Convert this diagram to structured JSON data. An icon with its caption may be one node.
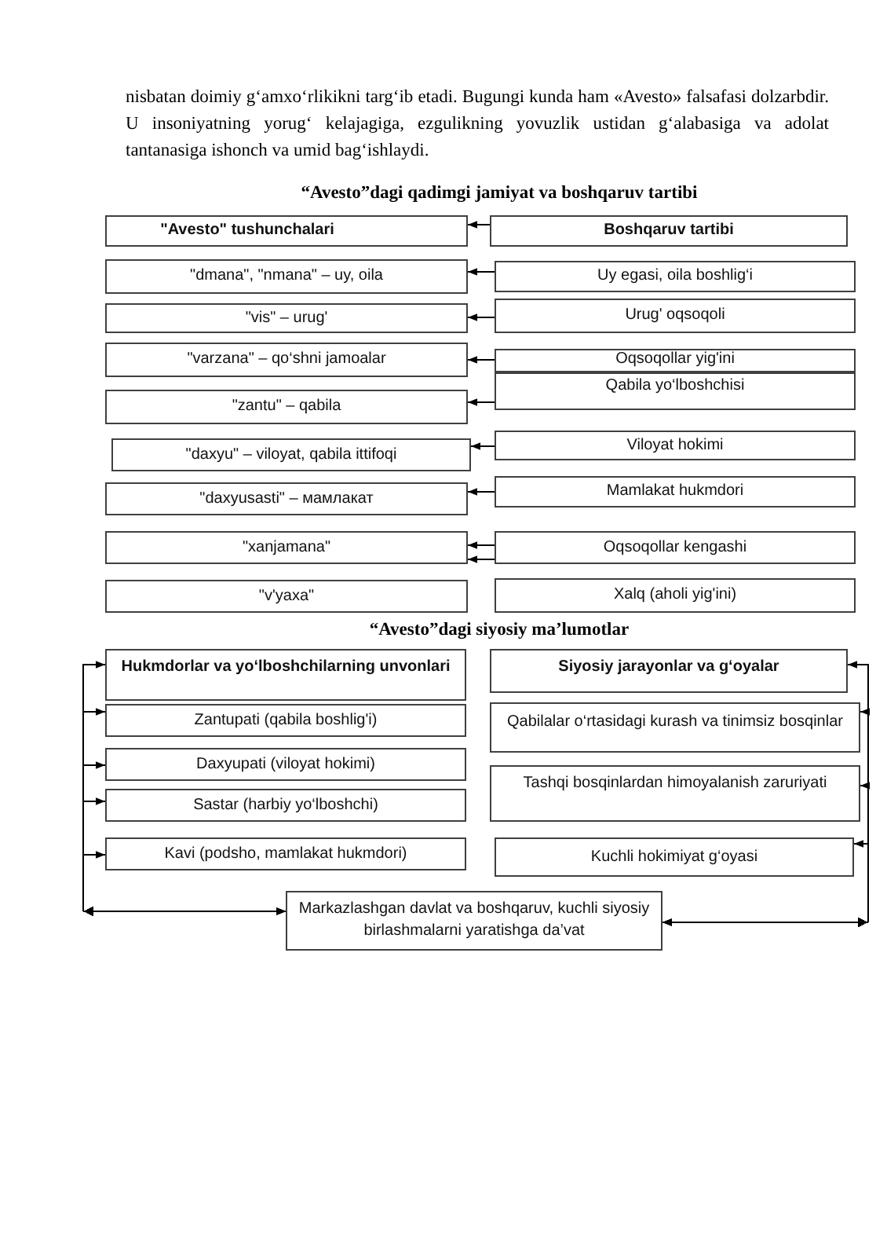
{
  "diagram": {
    "nodes": [
      {
        "text": [
          "\"Avesto\" tushunchalari"
        ]
      },
      {
        "text": [
          "Boshqaruv tartibi"
        ]
      },
      {
        "text": [
          "\"dmana\", \"nmana\" – uy, oila"
        ]
      },
      {
        "text": [
          "Uy egasi, oila boshlig‘i"
        ]
      },
      {
        "text": [
          "\"vis\" – urug'"
        ]
      },
      {
        "text": [
          "Urug' oqsoqoli"
        ]
      },
      {
        "text": [
          "\"varzana\" – qo‘shni jamoalar"
        ]
      },
      {
        "text": [
          "Oqsoqollar yig'ini"
        ]
      },
      {
        "text": [
          "\"zantu\" – qabila"
        ]
      },
      {
        "text": [
          "Qabila yo‘lboshchisi"
        ]
      },
      {
        "text": [
          "\"daxyu\" – viloyat, qabila ittifoqi"
        ]
      },
      {
        "text": [
          "Viloyat hokimi"
        ]
      },
      {
        "text": [
          "\"daxyusasti\" – мамлакат"
        ]
      },
      {
        "text": [
          "Mamlakat hukmdori"
        ]
      },
      {
        "text": [
          "\"xanjamana\""
        ]
      },
      {
        "text": [
          "Oqsoqollar kengashi"
        ]
      },
      {
        "text": [
          "\"v'yaxa\""
        ]
      },
      {
        "text": [
          "Xalq (aholi yig'ini)"
        ]
      },
      {
        "text": [
          "Hukmdorlar va yo‘lboshchilarning unvonlari"
        ]
      },
      {
        "text": [
          "Siyosiy jarayonlar va g‘oyalar"
        ]
      },
      {
        "text": [
          "Zantupati (qabila boshlig'i)"
        ]
      },
      {
        "text": [
          "Qabilalar o‘rtasidagi kurash va tinimsiz bosqinlar"
        ]
      },
      {
        "text": [
          "Daxyupati (viloyat hokimi)"
        ]
      },
      {
        "text": [
          "Tashqi bosqinlardan himoyalanish zaruriyati"
        ]
      },
      {
        "text": [
          "Sastar (harbiy yo‘lboshchi)"
        ]
      },
      {
        "text": [
          "Kavi (podsho, mamlakat hukmdori)"
        ]
      },
      {
        "text": [
          "Kuchli hokimiyat g‘oyasi"
        ]
      },
      {
        "text": [
          "Markazlashgan davlat va boshqaruv, kuchli siyosiy birlashmalarni yaratishga da’vat"
        ]
      }
    ],
    "edges": [
      {
        "from": 1,
        "to": 0,
        "arrow": "to"
      },
      {
        "from": 3,
        "to": 2,
        "arrow": "to"
      },
      {
        "from": 5,
        "to": 4,
        "arrow": "to"
      },
      {
        "from": 7,
        "to": 6,
        "arrow": "to"
      },
      {
        "from": 9,
        "to": 8,
        "arrow": "to"
      },
      {
        "from": 11,
        "to": 10,
        "arrow": "to"
      },
      {
        "from": 13,
        "to": 12,
        "arrow": "to"
      },
      {
        "from": 15,
        "to": 14,
        "arrow": "to"
      },
      {
        "from": 15,
        "to": 14,
        "arrow": "to"
      },
      {
        "from": 27,
        "to": 18,
        "arrow": "both"
      },
      {
        "from": 27,
        "to": 20,
        "arrow": "both"
      },
      {
        "from": 27,
        "to": 22,
        "arrow": "both"
      },
      {
        "from": 27,
        "to": 24,
        "arrow": "both"
      },
      {
        "from": 27,
        "to": 25,
        "arrow": "both"
      },
      {
        "from": 27,
        "to": 19,
        "arrow": "both"
      },
      {
        "from": 27,
        "to": 21,
        "arrow": "both"
      },
      {
        "from": 27,
        "to": 23,
        "arrow": "both"
      },
      {
        "from": 27,
        "to": 26,
        "arrow": "both"
      }
    ],
    "labels": [
      "nisbatan doimiy g‘amxo‘rlikikni targ‘ib etadi. Bugungi kunda ham «Avesto» falsafasi dolzarbdir. U insoniyatning yorug‘ kelajagiga, ezgulikning yovuzlik ustidan g‘alabasiga va adolat tantanasiga ishonch va umid bag‘ishlaydi.",
      "“Avesto”dagi qadimgi jamiyat va boshqaruv tartibi",
      "“Avesto”dagi siyosiy ma’lumotlar"
    ]
  }
}
